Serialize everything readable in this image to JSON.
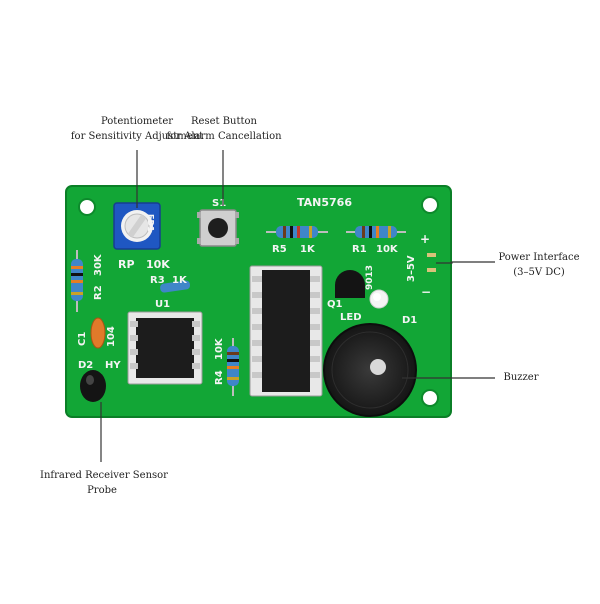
{
  "labels": {
    "potentiometer": [
      "Potentiometer",
      "for Sensitivity Adjustment"
    ],
    "reset": [
      "Reset Button",
      "for Alarm Cancellation"
    ],
    "power": [
      "Power Interface",
      "(3–5V DC)"
    ],
    "buzzer": [
      "Buzzer"
    ],
    "ir": [
      "Infrared Receiver Sensor",
      "Probe"
    ]
  },
  "board": {
    "model": "TAN5766",
    "rp": "RP",
    "rp_value": "10K",
    "rp_code": "ED1",
    "s1": "S1",
    "r5": "R5",
    "r5_value": "1K",
    "r1": "R1",
    "r1_value": "10K",
    "r2": "R2",
    "r2_value": "30K",
    "r3": "R3",
    "r3_value": "1K",
    "u1": "U1",
    "c1": "C1",
    "c1_value": "104",
    "d2": "D2",
    "hy": "HY",
    "r4": "R4",
    "r4_value": "10K",
    "q1": "Q1",
    "q1_part": "9013",
    "led": "LED",
    "d1": "D1",
    "voltage": "3–5V",
    "plus": "+",
    "minus": "−"
  },
  "colors": {
    "pcb": "#12a636",
    "pcb_dark": "#0b7f27",
    "silk": "#f4f4f4",
    "chip": "#1c1c1c",
    "resistor": "#3f86c8",
    "pot": "#1f57c2",
    "capacitor": "#e07a2a"
  }
}
